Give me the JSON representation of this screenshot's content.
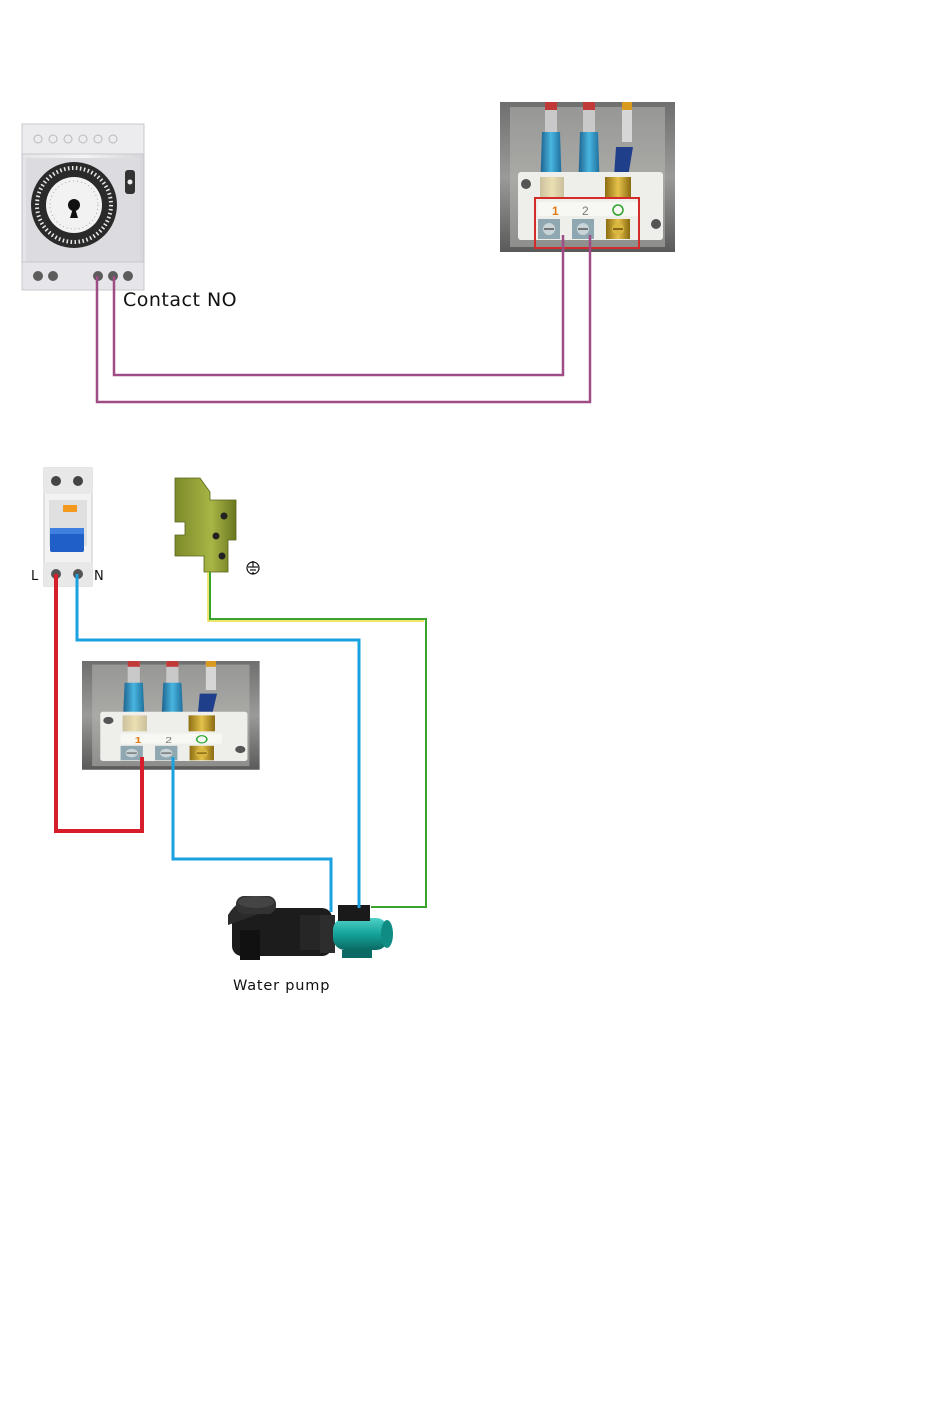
{
  "labels": {
    "contact": "Contact  NO",
    "pump": "Water pump",
    "breaker_l": "L",
    "breaker_n": "N",
    "terminal_1": "1",
    "terminal_2": "2"
  },
  "icons": {
    "timer": "timer-switch-icon",
    "terminal_block": "terminal-block-photo",
    "breaker": "circuit-breaker-icon",
    "ground_block": "ground-terminal-icon",
    "ground_symbol": "ground-symbol-icon",
    "pump": "water-pump-icon"
  },
  "colors": {
    "control_wire": "#a04c86",
    "live_wire": "#d81d2a",
    "neutral_wire": "#1aa2e0",
    "earth_wire_green": "#3aa32b",
    "earth_wire_yellow": "#e6d41a",
    "highlight_box": "#d42a2a",
    "pump_body": "#14a39a"
  }
}
